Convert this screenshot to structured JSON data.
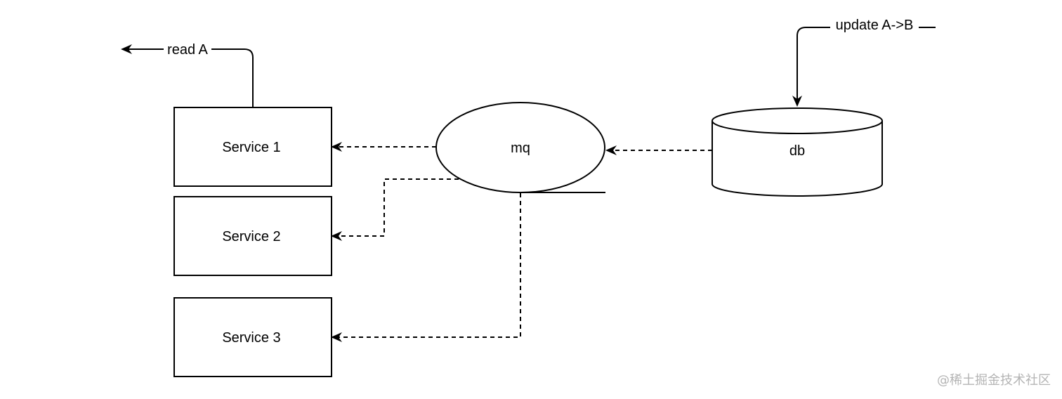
{
  "diagram": {
    "services": [
      {
        "label": "Service 1"
      },
      {
        "label": "Service 2"
      },
      {
        "label": "Service 3"
      }
    ],
    "queue": {
      "label": "mq"
    },
    "database": {
      "label": "db"
    },
    "edges": {
      "read": "read A",
      "update": "update A->B"
    }
  },
  "watermark": "@稀土掘金技术社区",
  "colors": {
    "stroke": "#000000",
    "background": "#ffffff",
    "watermark": "#b4b4b4"
  }
}
